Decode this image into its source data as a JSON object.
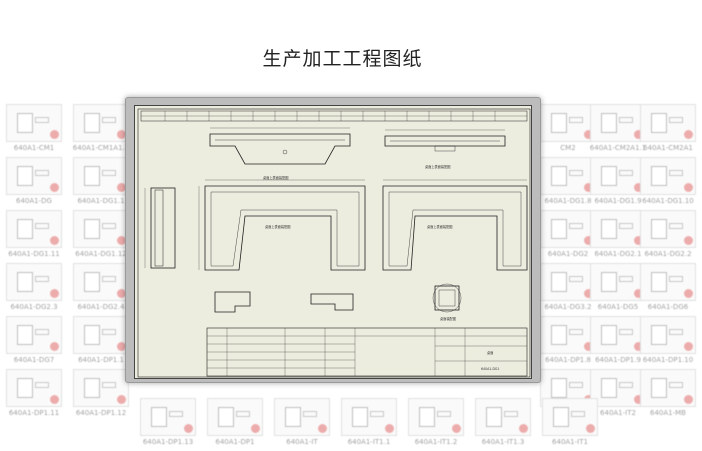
{
  "page": {
    "title": "生产加工工程图纸"
  },
  "thumbnails": {
    "left_rows": [
      [
        "640A1-CM1",
        "640A1-CM1A1.2"
      ],
      [
        "640A1-DG",
        "640A1-DG1.1"
      ],
      [
        "640A1-DG1.11",
        "640A1-DG1.12"
      ],
      [
        "640A1-DG2.3",
        "640A1-DG2.4"
      ],
      [
        "640A1-DG7",
        "640A1-DP1.1"
      ],
      [
        "640A1-DP1.11",
        "640A1-DP1.12"
      ]
    ],
    "right_rows": [
      [
        "CM2",
        "640A1-CM2A1.1",
        "640A1-CM2A1"
      ],
      [
        "640A1-DG1.8",
        "640A1-DG1.9",
        "640A1-DG1.10"
      ],
      [
        "640A1-DG2",
        "640A1-DG2.1",
        "640A1-DG2.2"
      ],
      [
        "640A1-DG3.2",
        "640A1-DG5",
        "640A1-DG6"
      ],
      [
        "640A1-DP1.8",
        "640A1-DP1.9",
        "640A1-DP1.10"
      ],
      [
        "640A1-IT2",
        "640A1-IT2",
        "640A1-MB"
      ]
    ],
    "bottom_row": [
      "640A1-DP1.13",
      "640A1-DP1",
      "640A1-IT",
      "640A1-IT1.1",
      "640A1-IT1.2",
      "640A1-IT1.3",
      "640A1-IT1"
    ]
  },
  "viewer": {
    "label_note": "桌面上表面装配图",
    "label_note_2": "桌面上表面装配图",
    "label_note_3": "桌面上表面装配图",
    "label_note_4": "桌面上表面装配图",
    "section_label": "桌面装配图",
    "title_block_name": "桌面",
    "title_block_code": "640A1-DG1"
  },
  "colors": {
    "sheet": "#ececdf",
    "frame": "#bcbcbc",
    "line": "#222222"
  }
}
